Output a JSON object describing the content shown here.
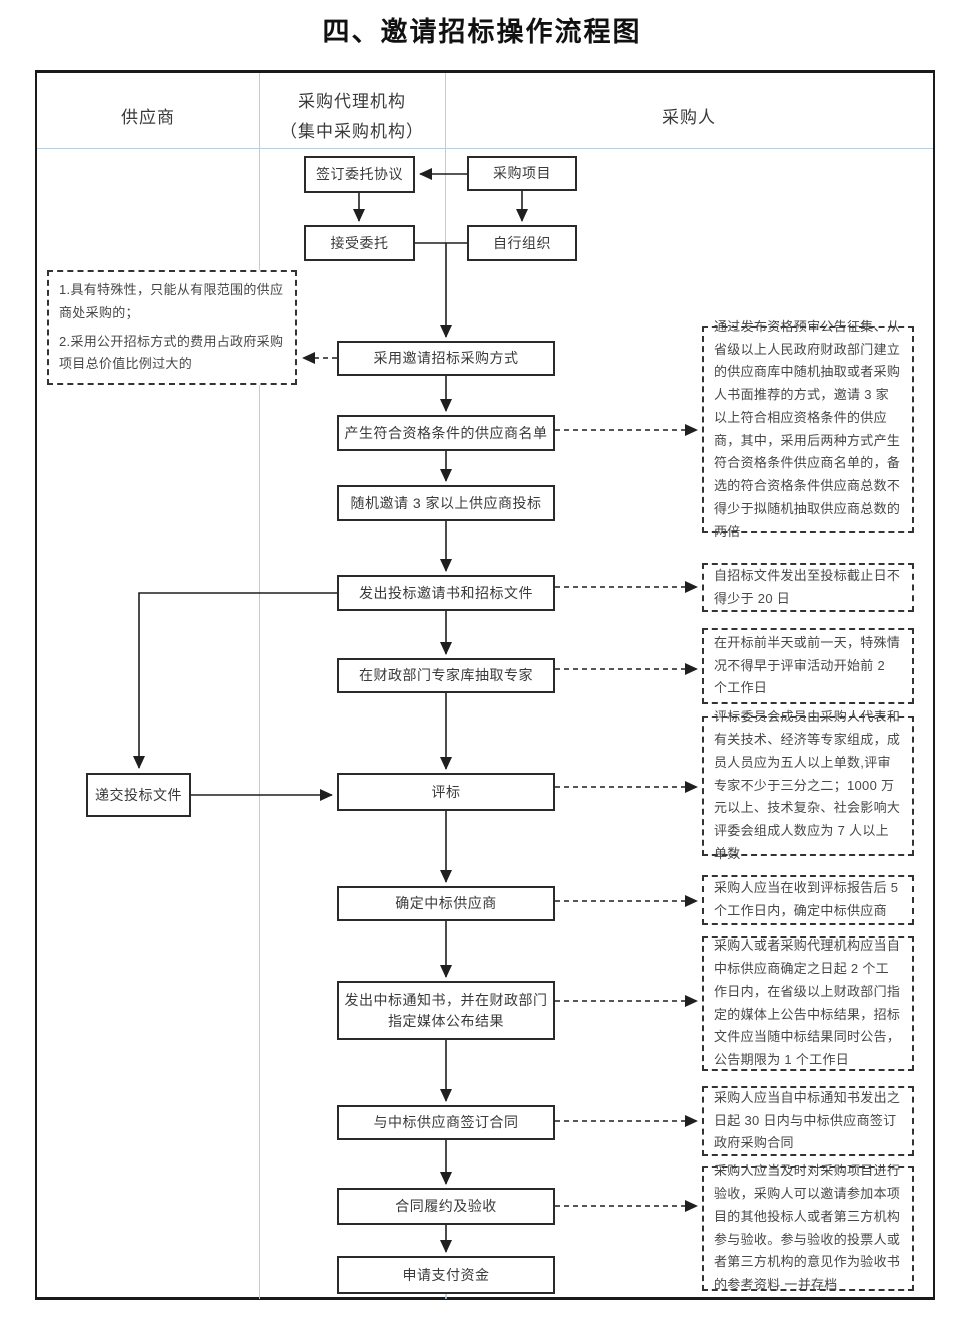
{
  "title": "四、邀请招标操作流程图",
  "columns": {
    "supplier": "供应商",
    "agency_line1": "采购代理机构",
    "agency_line2": "（集中采购机构）",
    "purchaser": "采购人"
  },
  "flow": {
    "sign_agreement": "签订委托协议",
    "procurement_project": "采购项目",
    "accept_entrustment": "接受委托",
    "self_organize": "自行组织",
    "adopt_method": "采用邀请招标采购方式",
    "supplier_list": "产生符合资格条件的供应商名单",
    "invite_three": "随机邀请 3 家以上供应商投标",
    "issue_invitation": "发出投标邀请书和招标文件",
    "extract_experts": "在财政部门专家库抽取专家",
    "submit_bid": "递交投标文件",
    "evaluate": "评标",
    "determine_winner": "确定中标供应商",
    "issue_notice": "发出中标通知书，并在财政部门指定媒体公布结果",
    "sign_contract": "与中标供应商签订合同",
    "performance_acceptance": "合同履约及验收",
    "apply_payment": "申请支付资金"
  },
  "left_note": {
    "items": [
      "1.具有特殊性，只能从有限范围的供应商处采购的；",
      "2.采用公开招标方式的费用占政府采购项目总价值比例过大的"
    ]
  },
  "right_notes": [
    {
      "text": "通过发布资格预审公告征集、从省级以上人民政府财政部门建立的供应商库中随机抽取或者采购人书面推荐的方式，邀请 3 家以上符合相应资格条件的供应商，其中，采用后两种方式产生符合资格条件供应商名单的，备选的符合资格条件供应商总数不得少于拟随机抽取供应商总数的两倍"
    },
    {
      "text": "自招标文件发出至投标截止日不得少于 20 日"
    },
    {
      "text": "在开标前半天或前一天，特殊情况不得早于评审活动开始前 2 个工作日"
    },
    {
      "text": "评标委员会成员由采购人代表和有关技术、经济等专家组成，成员人员应为五人以上单数,评审专家不少于三分之二；1000 万元以上、技术复杂、社会影响大评委会组成人数应为 7 人以上单数"
    },
    {
      "text": "采购人应当在收到评标报告后 5 个工作日内，确定中标供应商"
    },
    {
      "text": "采购人或者采购代理机构应当自中标供应商确定之日起 2 个工作日内，在省级以上财政部门指定的媒体上公告中标结果，招标文件应当随中标结果同时公告，公告期限为 1 个工作日"
    },
    {
      "text": "采购人应当自中标通知书发出之日起 30 日内与中标供应商签订政府采购合同"
    },
    {
      "text": "采购人应当及时对采购项目进行验收，采购人可以邀请参加本项目的其他投标人或者第三方机构参与验收。参与验收的投票人或者第三方机构的意见作为验收书的参考资料 一并存档"
    }
  ],
  "colors": {
    "separator_line": "#b9cfe0",
    "flow_line": "#1f1f1f"
  }
}
